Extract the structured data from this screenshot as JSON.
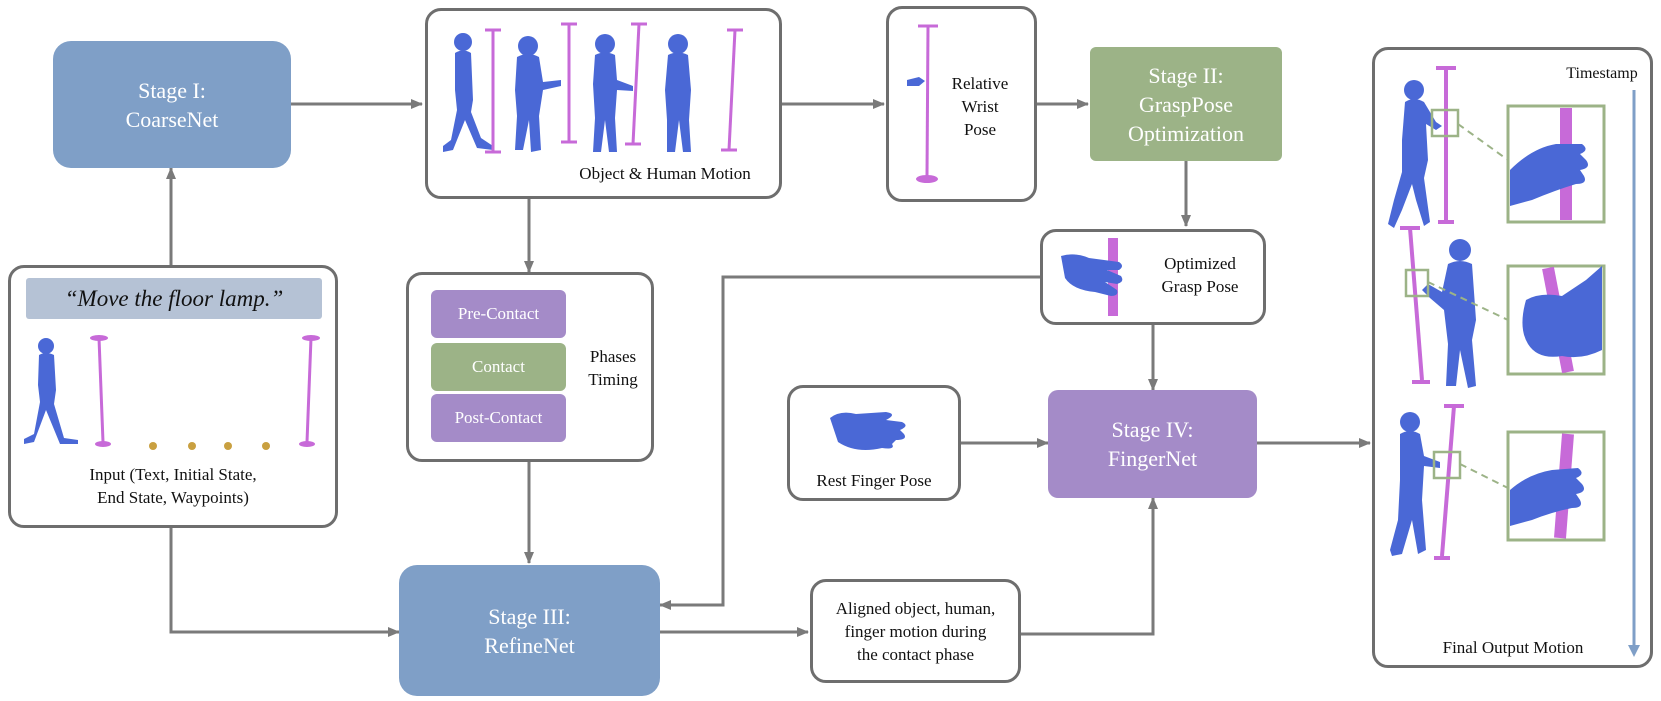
{
  "stages": {
    "stage1": {
      "title": "Stage I:",
      "name": "CoarseNet"
    },
    "stage2": {
      "title": "Stage II:",
      "name_line1": "GraspPose",
      "name_line2": "Optimization"
    },
    "stage3": {
      "title": "Stage III:",
      "name": "RefineNet"
    },
    "stage4": {
      "title": "Stage IV:",
      "name": "FingerNet"
    }
  },
  "input_panel": {
    "quote": "“Move the floor lamp.”",
    "caption_line1": "Input (Text, Initial State,",
    "caption_line2": "End State, Waypoints)"
  },
  "motion_panel": {
    "caption": "Object & Human Motion"
  },
  "wrist_panel": {
    "line1": "Relative",
    "line2": "Wrist",
    "line3": "Pose"
  },
  "grasp_panel": {
    "line1": "Optimized",
    "line2": "Grasp Pose"
  },
  "rest_panel": {
    "caption": "Rest Finger Pose"
  },
  "phases": {
    "items": [
      "Pre-Contact",
      "Contact",
      "Post-Contact"
    ],
    "label_line1": "Phases",
    "label_line2": "Timing"
  },
  "aligned_panel": {
    "line1": "Aligned object, human,",
    "line2": "finger motion during",
    "line3": "the contact phase"
  },
  "output_panel": {
    "timestamp": "Timestamp",
    "caption": "Final Output Motion"
  },
  "colors": {
    "stage_blue": "#7f9fc7",
    "stage_green": "#9cb387",
    "stage_purple": "#a48bc8",
    "human_blue": "#4a68d6",
    "lamp_magenta": "#c76ad8",
    "arrow_gray": "#7a7a7a",
    "timeline_blue": "#7f9fc7",
    "zoom_green": "#9cb387"
  },
  "icons": [
    "human-figure-icon",
    "floor-lamp-icon",
    "hand-icon",
    "waypoint-dot-icon"
  ]
}
